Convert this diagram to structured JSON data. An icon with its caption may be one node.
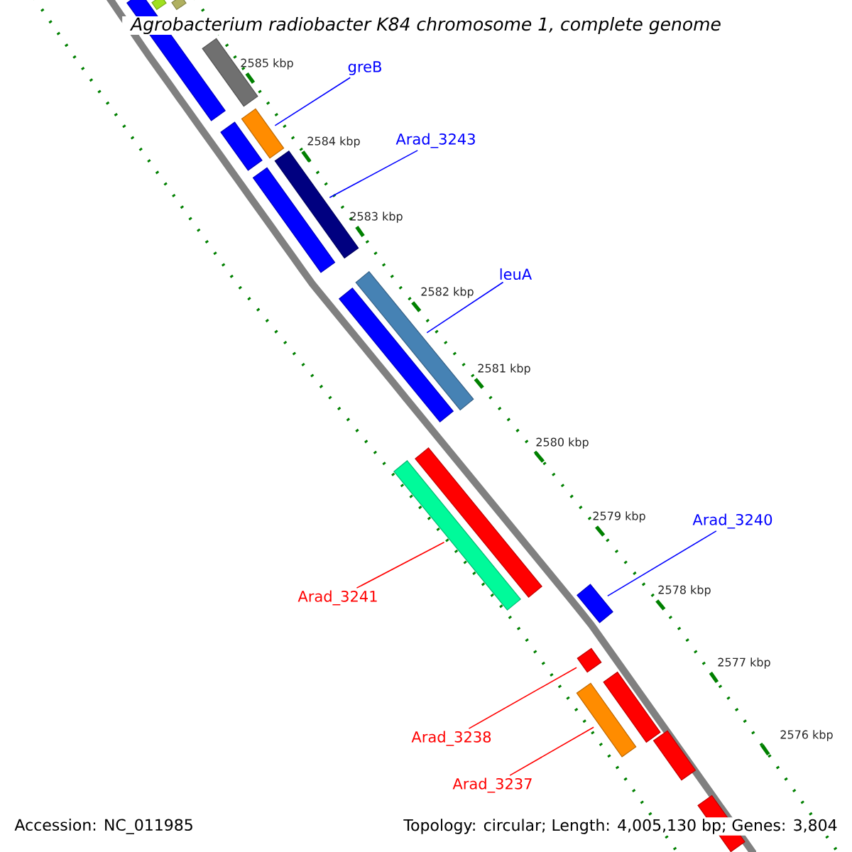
{
  "diagram": {
    "title": "*Agrobacterium radiobacter* K84 chromosome 1, complete genome",
    "nodes": [
      {
        "text": [
          "greB"
        ]
      },
      {
        "text": [
          "Arad_3243"
        ]
      },
      {
        "text": [
          "leuA"
        ]
      },
      {
        "text": [
          "Arad_3240"
        ]
      },
      {
        "text": [
          "Arad_3241"
        ]
      },
      {
        "text": [
          "Arad_3238"
        ]
      },
      {
        "text": [
          "Arad_3237"
        ]
      },
      {
        "text": [],
        "shape": "bar"
      },
      {
        "text": [],
        "shape": "bar"
      },
      {
        "text": [],
        "shape": "bar"
      },
      {
        "text": [],
        "shape": "bar"
      },
      {
        "text": [],
        "shape": "bar"
      },
      {
        "text": [],
        "shape": "bar"
      },
      {
        "text": [],
        "shape": "bar"
      },
      {
        "text": [],
        "shape": "bar"
      },
      {
        "text": [],
        "shape": "bar"
      },
      {
        "text": [],
        "shape": "bar"
      },
      {
        "text": [],
        "shape": "bar"
      },
      {
        "text": [],
        "shape": "bar"
      },
      {
        "text": [],
        "shape": "bar"
      },
      {
        "text": [],
        "shape": "bar"
      },
      {
        "text": [],
        "shape": "bar"
      },
      {
        "text": [],
        "shape": "bar"
      },
      {
        "text": [],
        "shape": "bar"
      },
      {
        "text": [],
        "shape": "bar"
      }
    ],
    "edges": [
      {
        "from": 0,
        "to": 11,
        "arrow": "none"
      },
      {
        "from": 1,
        "to": 13,
        "arrow": "none"
      },
      {
        "from": 2,
        "to": 15,
        "arrow": "none"
      },
      {
        "from": 3,
        "to": 19,
        "arrow": "none"
      },
      {
        "from": 4,
        "to": 18,
        "arrow": "none",
        "color": "#ff0000"
      },
      {
        "from": 5,
        "to": 20,
        "arrow": "none",
        "color": "#ff0000"
      },
      {
        "from": 6,
        "to": 22,
        "arrow": "none",
        "color": "#ff0000"
      }
    ],
    "labels": [
      "2585 kbp",
      "2584 kbp",
      "2583 kbp",
      "2582 kbp",
      "2581 kbp",
      "2580 kbp",
      "2579 kbp",
      "2578 kbp",
      "2577 kbp",
      "2576 kbp",
      "Accession: NC_011985",
      "Topology: circular; Length: 4,005,130 bp; Genes: 3,804"
    ]
  }
}
